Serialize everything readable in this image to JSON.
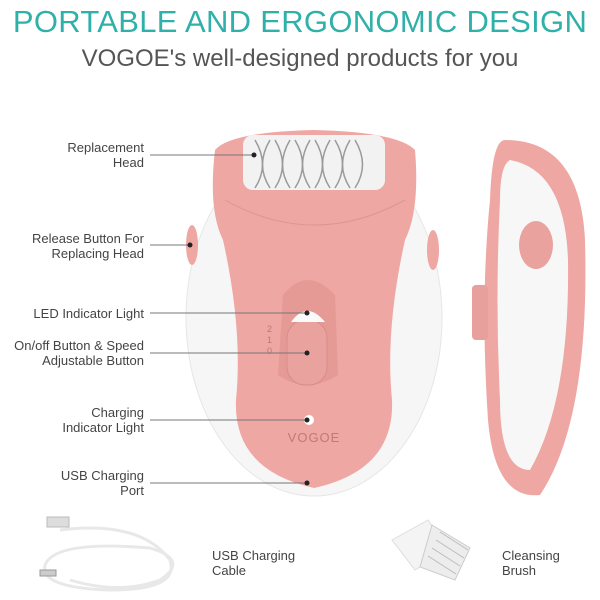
{
  "header": {
    "title": "PORTABLE AND ERGONOMIC DESIGN",
    "subtitle": "VOGOE's well-designed products for you"
  },
  "callouts": [
    {
      "label": "Replacement\nHead"
    },
    {
      "label": "Release Button For\nReplacing Head"
    },
    {
      "label": "LED Indicator Light"
    },
    {
      "label": "On/off Button & Speed\nAdjustable Button"
    },
    {
      "label": "Charging\nIndicator Light"
    },
    {
      "label": "USB Charging\nPort"
    }
  ],
  "device": {
    "brand": "VOGOE",
    "speed_marks": "2 1 0"
  },
  "accessories": [
    {
      "label": "USB Charging\nCable"
    },
    {
      "label": "Cleansing\nBrush"
    }
  ],
  "colors": {
    "accent": "#2fb1aa",
    "device_pink": "#eea7a3",
    "device_white": "#f8f8f8"
  }
}
